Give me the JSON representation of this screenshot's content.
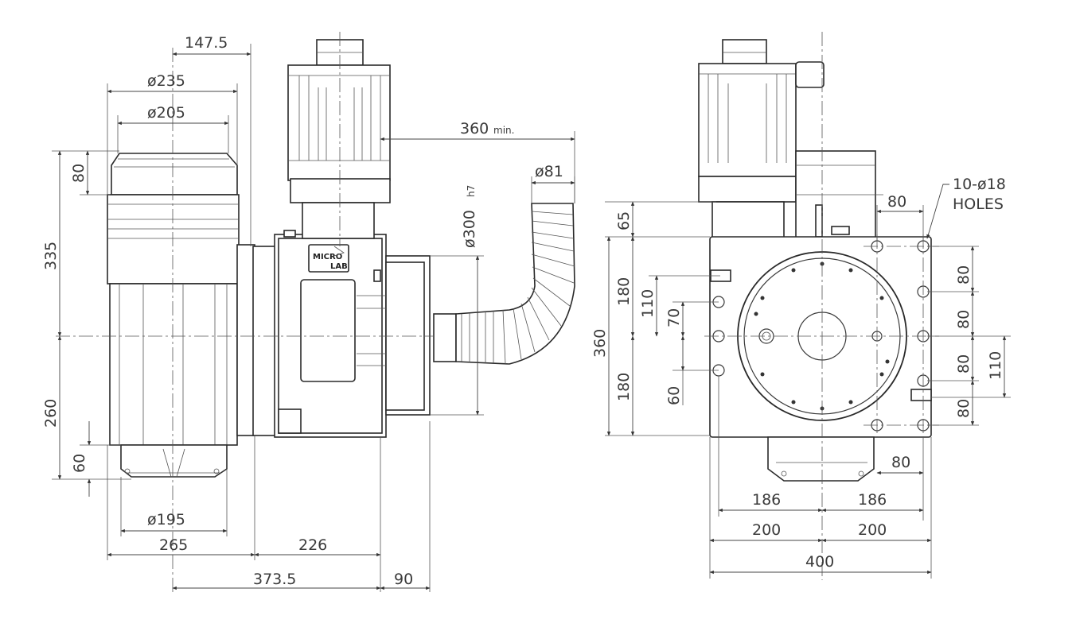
{
  "side_view": {
    "dimensions": {
      "d147_5": "147.5",
      "d_phi235": "ø235",
      "d_phi205": "ø205",
      "d80": "80",
      "d335": "335",
      "d260": "260",
      "d60": "60",
      "d_phi195": "ø195",
      "d265": "265",
      "d226": "226",
      "d373_5": "373.5",
      "d90": "90",
      "d360min": "360",
      "d360min_suffix": "min.",
      "d_phi300": "ø300",
      "d_phi300_suffix": "h7",
      "d_phi81": "ø81"
    },
    "logo": {
      "line1": "MICRO",
      "line2": "LAB"
    }
  },
  "front_view": {
    "holes_note_line1": "10-ø18",
    "holes_note_line2": "HOLES",
    "dimensions": {
      "d80_top": "80",
      "d65": "65",
      "d360": "360",
      "d180_upper": "180",
      "d180_lower": "180",
      "d110_left": "110",
      "d70": "70",
      "d60": "60",
      "d80_r1": "80",
      "d80_r2": "80",
      "d80_r3": "80",
      "d80_r4": "80",
      "d110_right": "110",
      "d80_bottom": "80",
      "d186_left": "186",
      "d186_right": "186",
      "d200_left": "200",
      "d200_right": "200",
      "d400": "400"
    }
  }
}
